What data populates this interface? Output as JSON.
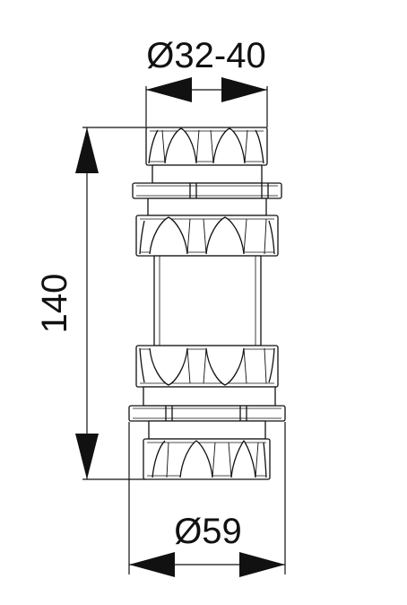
{
  "drawing": {
    "top_diameter_label": "Ø32-40",
    "height_label": "140",
    "bottom_diameter_label": "Ø59"
  },
  "colors": {
    "ink": "#111111",
    "background": "#ffffff"
  }
}
